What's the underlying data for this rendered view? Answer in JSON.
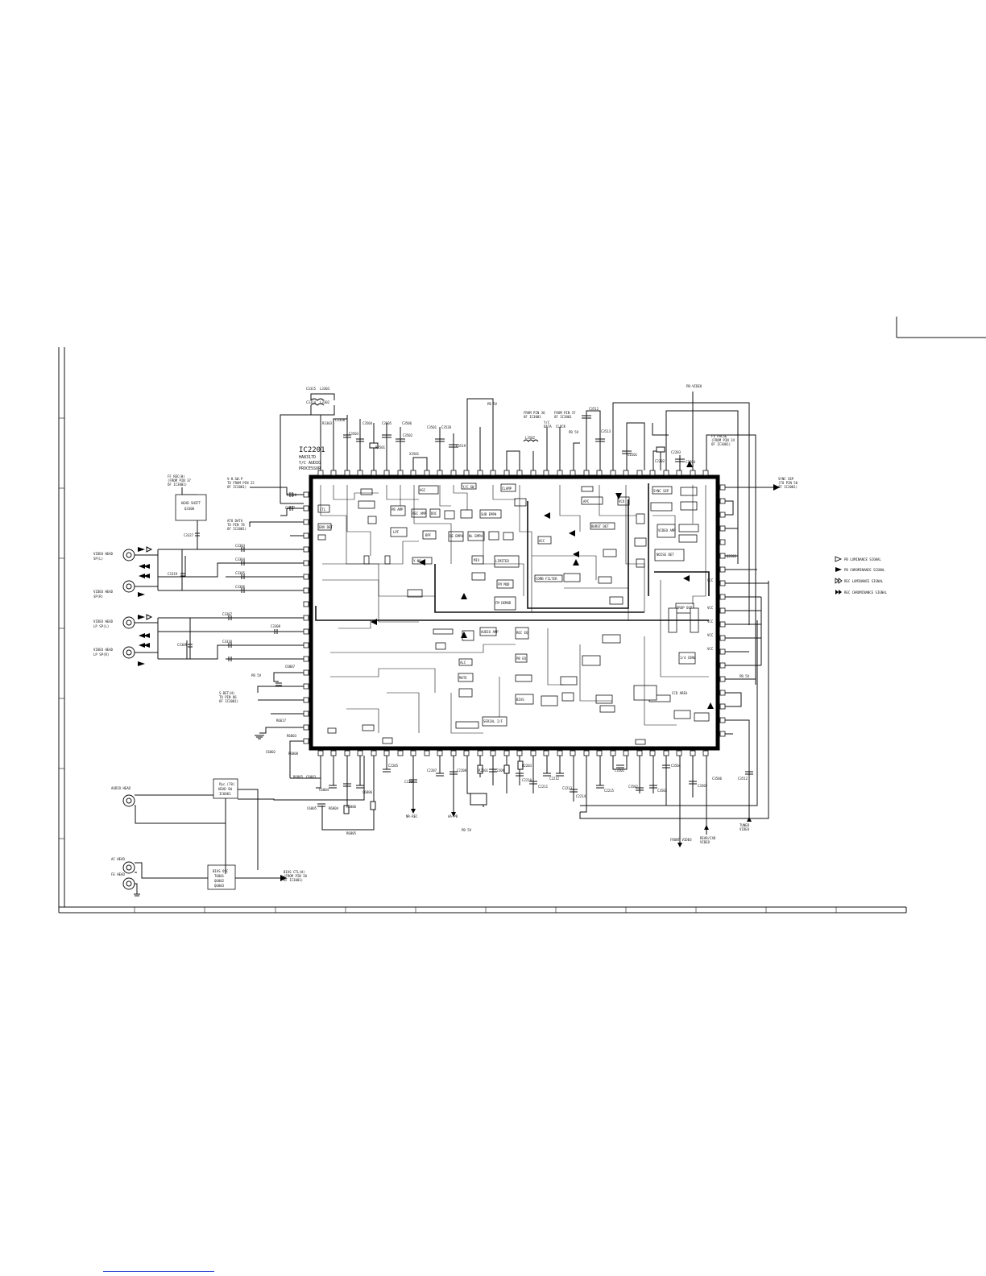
{
  "ic": {
    "ref": "IC2201",
    "part": "HA8317D",
    "desc1": "Y/C AUDIO",
    "desc2": "PROCESSOR"
  },
  "legend": [
    {
      "key": "pb-lum",
      "text": "PB LUMINANCE SIGNAL"
    },
    {
      "key": "pb-chr",
      "text": "PB CHROMINANCE SIGNAL"
    },
    {
      "key": "rec-lum",
      "text": "REC LUMINANCE SIGNAL"
    },
    {
      "key": "rec-chr",
      "text": "REC CHROMINANCE SIGNAL"
    }
  ],
  "modules": {
    "head_sw": {
      "l1": "HEAD SHIFT",
      "l2": "Q3300"
    },
    "head_amp": {
      "l1": "Ppc.(70)",
      "l2": "HEAD SW",
      "l3": "IC6801"
    },
    "bias": {
      "l1": "BIAS OSC",
      "l2": "T6801",
      "l3": "Q6802",
      "l4": "Q6803"
    }
  },
  "heads": {
    "v1": {
      "l1": "VIDEO HEAD",
      "l2": "SP(L)"
    },
    "v2": {
      "l1": "VIDEO HEAD",
      "l2": "SP(R)"
    },
    "v3": {
      "l1": "VIDEO HEAD",
      "l2": "LP SP(L)"
    },
    "v4": {
      "l1": "VIDEO HEAD",
      "l2": "LP SP(R)"
    },
    "audio": "AUDIO HEAD",
    "ac": "AC HEAD",
    "fe": "FE HEAD"
  },
  "notes": {
    "ff_rec": {
      "l1": "FF REC(H)",
      "l2": "(FROM PIN 37",
      "l3": "OF IC3001)"
    },
    "vh_sw": {
      "l1": "V-H.SW.P",
      "l2": "TO FROM PIN 22",
      "l3": "OF IC3001)"
    },
    "ato": {
      "l1": "ATO DATA",
      "l2": "TO PIN 78",
      "l3": "OF IC3001)"
    },
    "sdet": {
      "l1": "S-DET(H)",
      "l2": "TO PIN 86",
      "l3": "OF IC3001)"
    },
    "from36": {
      "l1": "FROM PIN 36",
      "l2": "OF IC3001"
    },
    "from37": {
      "l1": "FROM PIN 37",
      "l2": "OF IC3001"
    },
    "ctl_clk": {
      "l1": "Y/C",
      "l2": "DATA",
      "l3": "CLOCK"
    },
    "pb_video": "PB-VIDEO",
    "fv_pulse": {
      "l1": "FV PULSE",
      "l2": "(FROM PIN 24",
      "l3": "OF IC3001)"
    },
    "sync": {
      "l1": "SYNC SEP",
      "l2": "(TO PIN 50",
      "l3": "OF IC3001)"
    },
    "bias_ctl": {
      "l1": "BIAS CTL(H)",
      "l2": "(FROM PIN 20",
      "l3": "OF IC3001)"
    },
    "tuner": {
      "l1": "TUNER",
      "l2": "VIDEO"
    },
    "front": "FRONT VIDEO",
    "rear": {
      "l1": "REAR/CXD",
      "l2": "VIDEO"
    },
    "nr_rec": "NR-REC",
    "aa_pb": "AA-PB",
    "pb5v_a": "PB 5V",
    "pb5v_b": "PB 5V",
    "pb5v_c": "PB 5V",
    "pb5v_d": "PB 5V",
    "pb5v_e": "PB 5V",
    "ccd": "CCD AREA",
    "q2202": "Q2202",
    "vcc1": "VCC",
    "vcc2": "VCC",
    "vcc3": "VCC",
    "vcc4": "VCC",
    "vcc5": "VCC"
  },
  "parts": {
    "L3303": "L3303",
    "L3302": "L3302",
    "C3315": "C3315",
    "C3314": "C3314",
    "R3303": "R3303",
    "C3316": "C3316",
    "C3317": "C3317",
    "C3327": "C3327",
    "C3303": "C3303",
    "C3304": "C3304",
    "C3305": "C3305",
    "C3306": "C3306",
    "C3307": "C3307",
    "C3308": "C3308",
    "C3309": "C3309",
    "C3310": "C3310",
    "C3318": "C3318",
    "C3319": "C3319",
    "C6807": "C6807",
    "R6617": "R6617",
    "R6803": "R6803",
    "C6802": "C6802",
    "R6808": "R6808",
    "R6805": "R6805",
    "C6803": "C6803",
    "C6804": "C6804",
    "C6805": "C6805",
    "C6806": "C6806",
    "R6804": "R6804",
    "R6806": "R6806",
    "C2201": "C2201",
    "C2202": "C2202",
    "C2203": "C2203",
    "C2204": "C2204",
    "C2205": "C2205",
    "C2206": "C2206",
    "C2207": "C2207",
    "C2208": "C2208",
    "C2209": "C2209",
    "C2210": "C2210",
    "C2211": "C2211",
    "C2212": "C2212",
    "C2213": "C2213",
    "C2214": "C2214",
    "C2215": "C2215",
    "R2201": "R2201",
    "R2203": "R2203",
    "C3501": "C3501",
    "C3502": "C3502",
    "C3503": "C3503",
    "C3504": "C3504",
    "C3505": "C3505",
    "C3506": "C3506",
    "L3502": "L3502",
    "C3512": "C3512",
    "C3513": "C3513",
    "C3519": "C3519",
    "C3520": "C3520",
    "R3501": "R3501",
    "X3501": "X3501"
  },
  "ic_blocks": [
    "CTL",
    "ENV DET",
    "PB AMP",
    "REC AMP",
    "AGC",
    "Y/C SW",
    "CLAMP",
    "DOC",
    "SUB EMPH",
    "LPF",
    "BPF",
    "DE EMPH",
    "NL EMPH",
    "Y-NR",
    "MIX",
    "LIMITER",
    "FM MOD",
    "FM DEMOD",
    "ACC",
    "APC",
    "VCO",
    "BURST DET",
    "COMB FILTER",
    "SYNC SEP",
    "VIDEO AMP",
    "NOISE DET",
    "DROP OUT",
    "1/4 CONV",
    "AUDIO AMP",
    "REC EQ",
    "PB EQ",
    "ALC",
    "MUTE",
    "BIAS",
    "SERIAL I/F",
    "CCD AREA"
  ]
}
